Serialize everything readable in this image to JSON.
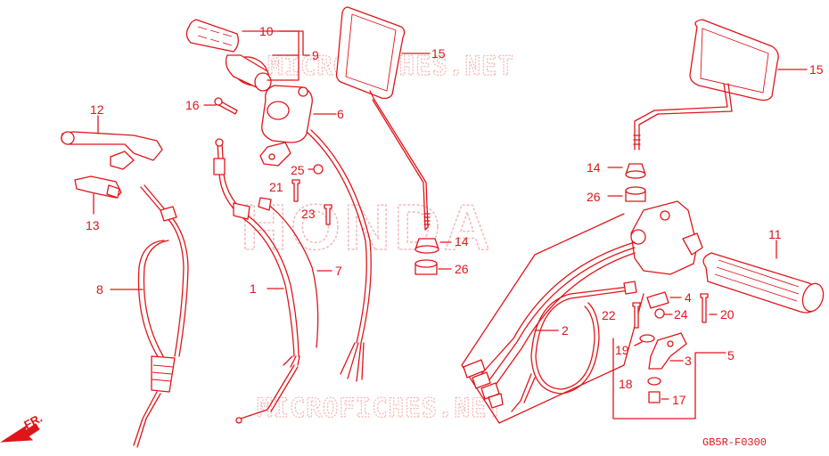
{
  "watermark_text": "MICROFICHES.NET",
  "brand_text": "HONDA",
  "direction_label": "FR.",
  "diagram_code": "GB5R-F0300",
  "callouts": {
    "c10": "10",
    "c9": "9",
    "c15a": "15",
    "c16": "16",
    "c6": "6",
    "c12": "12",
    "c13": "13",
    "c25": "25",
    "c21": "21",
    "c23": "23",
    "c8": "8",
    "c1": "1",
    "c7": "7",
    "c14a": "14",
    "c26a": "26",
    "c14b": "14",
    "c26b": "26",
    "c15b": "15",
    "c11": "11",
    "c4": "4",
    "c22": "22",
    "c24": "24",
    "c20": "20",
    "c2": "2",
    "c19": "19",
    "c3": "3",
    "c5": "5",
    "c18": "18",
    "c17": "17"
  },
  "colors": {
    "line": "#e0151a",
    "watermark": "#f3b4b4",
    "background": "#ffffff"
  }
}
